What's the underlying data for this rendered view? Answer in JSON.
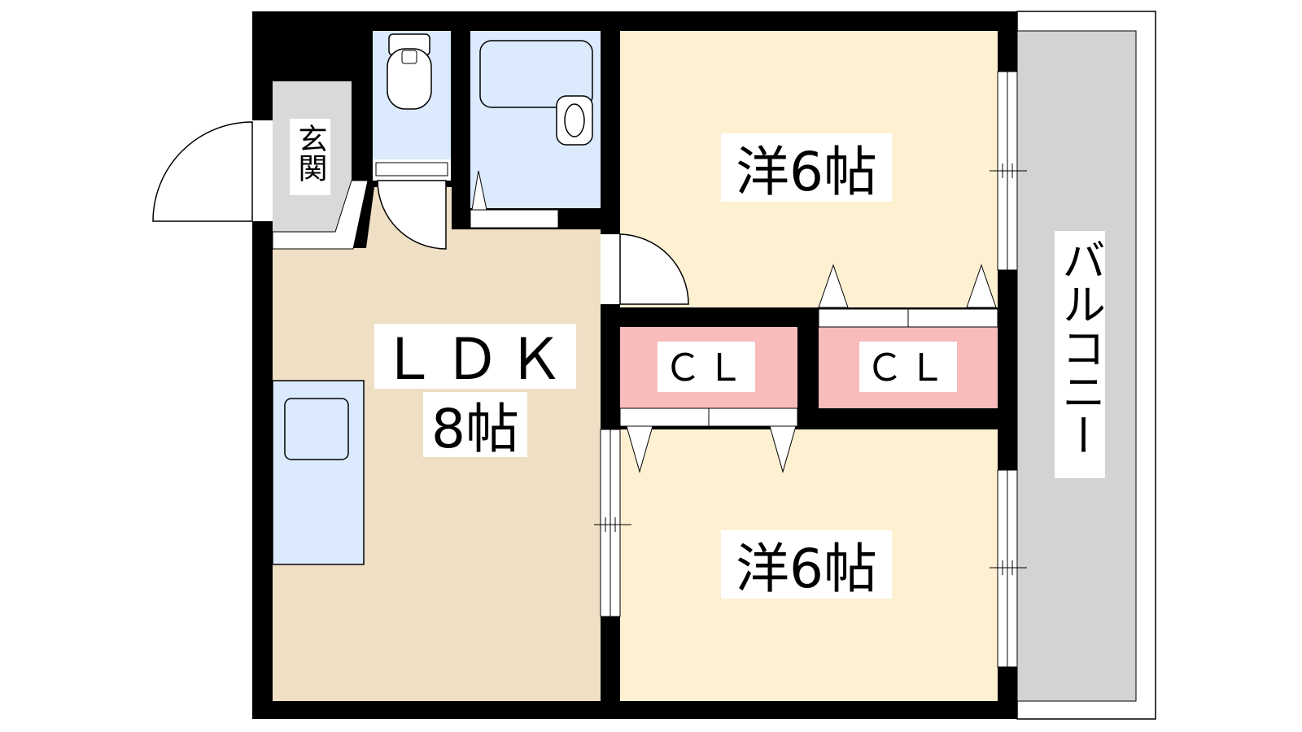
{
  "floorplan": {
    "entrance_label": "玄関",
    "ldk_label": "ＬＤＫ",
    "ldk_size": "8帖",
    "bedroom_top_label": "洋6帖",
    "bedroom_bottom_label": "洋6帖",
    "closet_left_label": "ＣＬ",
    "closet_right_label": "ＣＬ",
    "balcony_label": "バルコニー"
  },
  "colors": {
    "wall": "#000000",
    "ldk": "#eedfc5",
    "western_room": "#fdf1d2",
    "wet_area": "#dbeafd",
    "closet": "#f9bcbc",
    "entrance": "#d9d9d9",
    "balcony": "#d3d3d3"
  }
}
